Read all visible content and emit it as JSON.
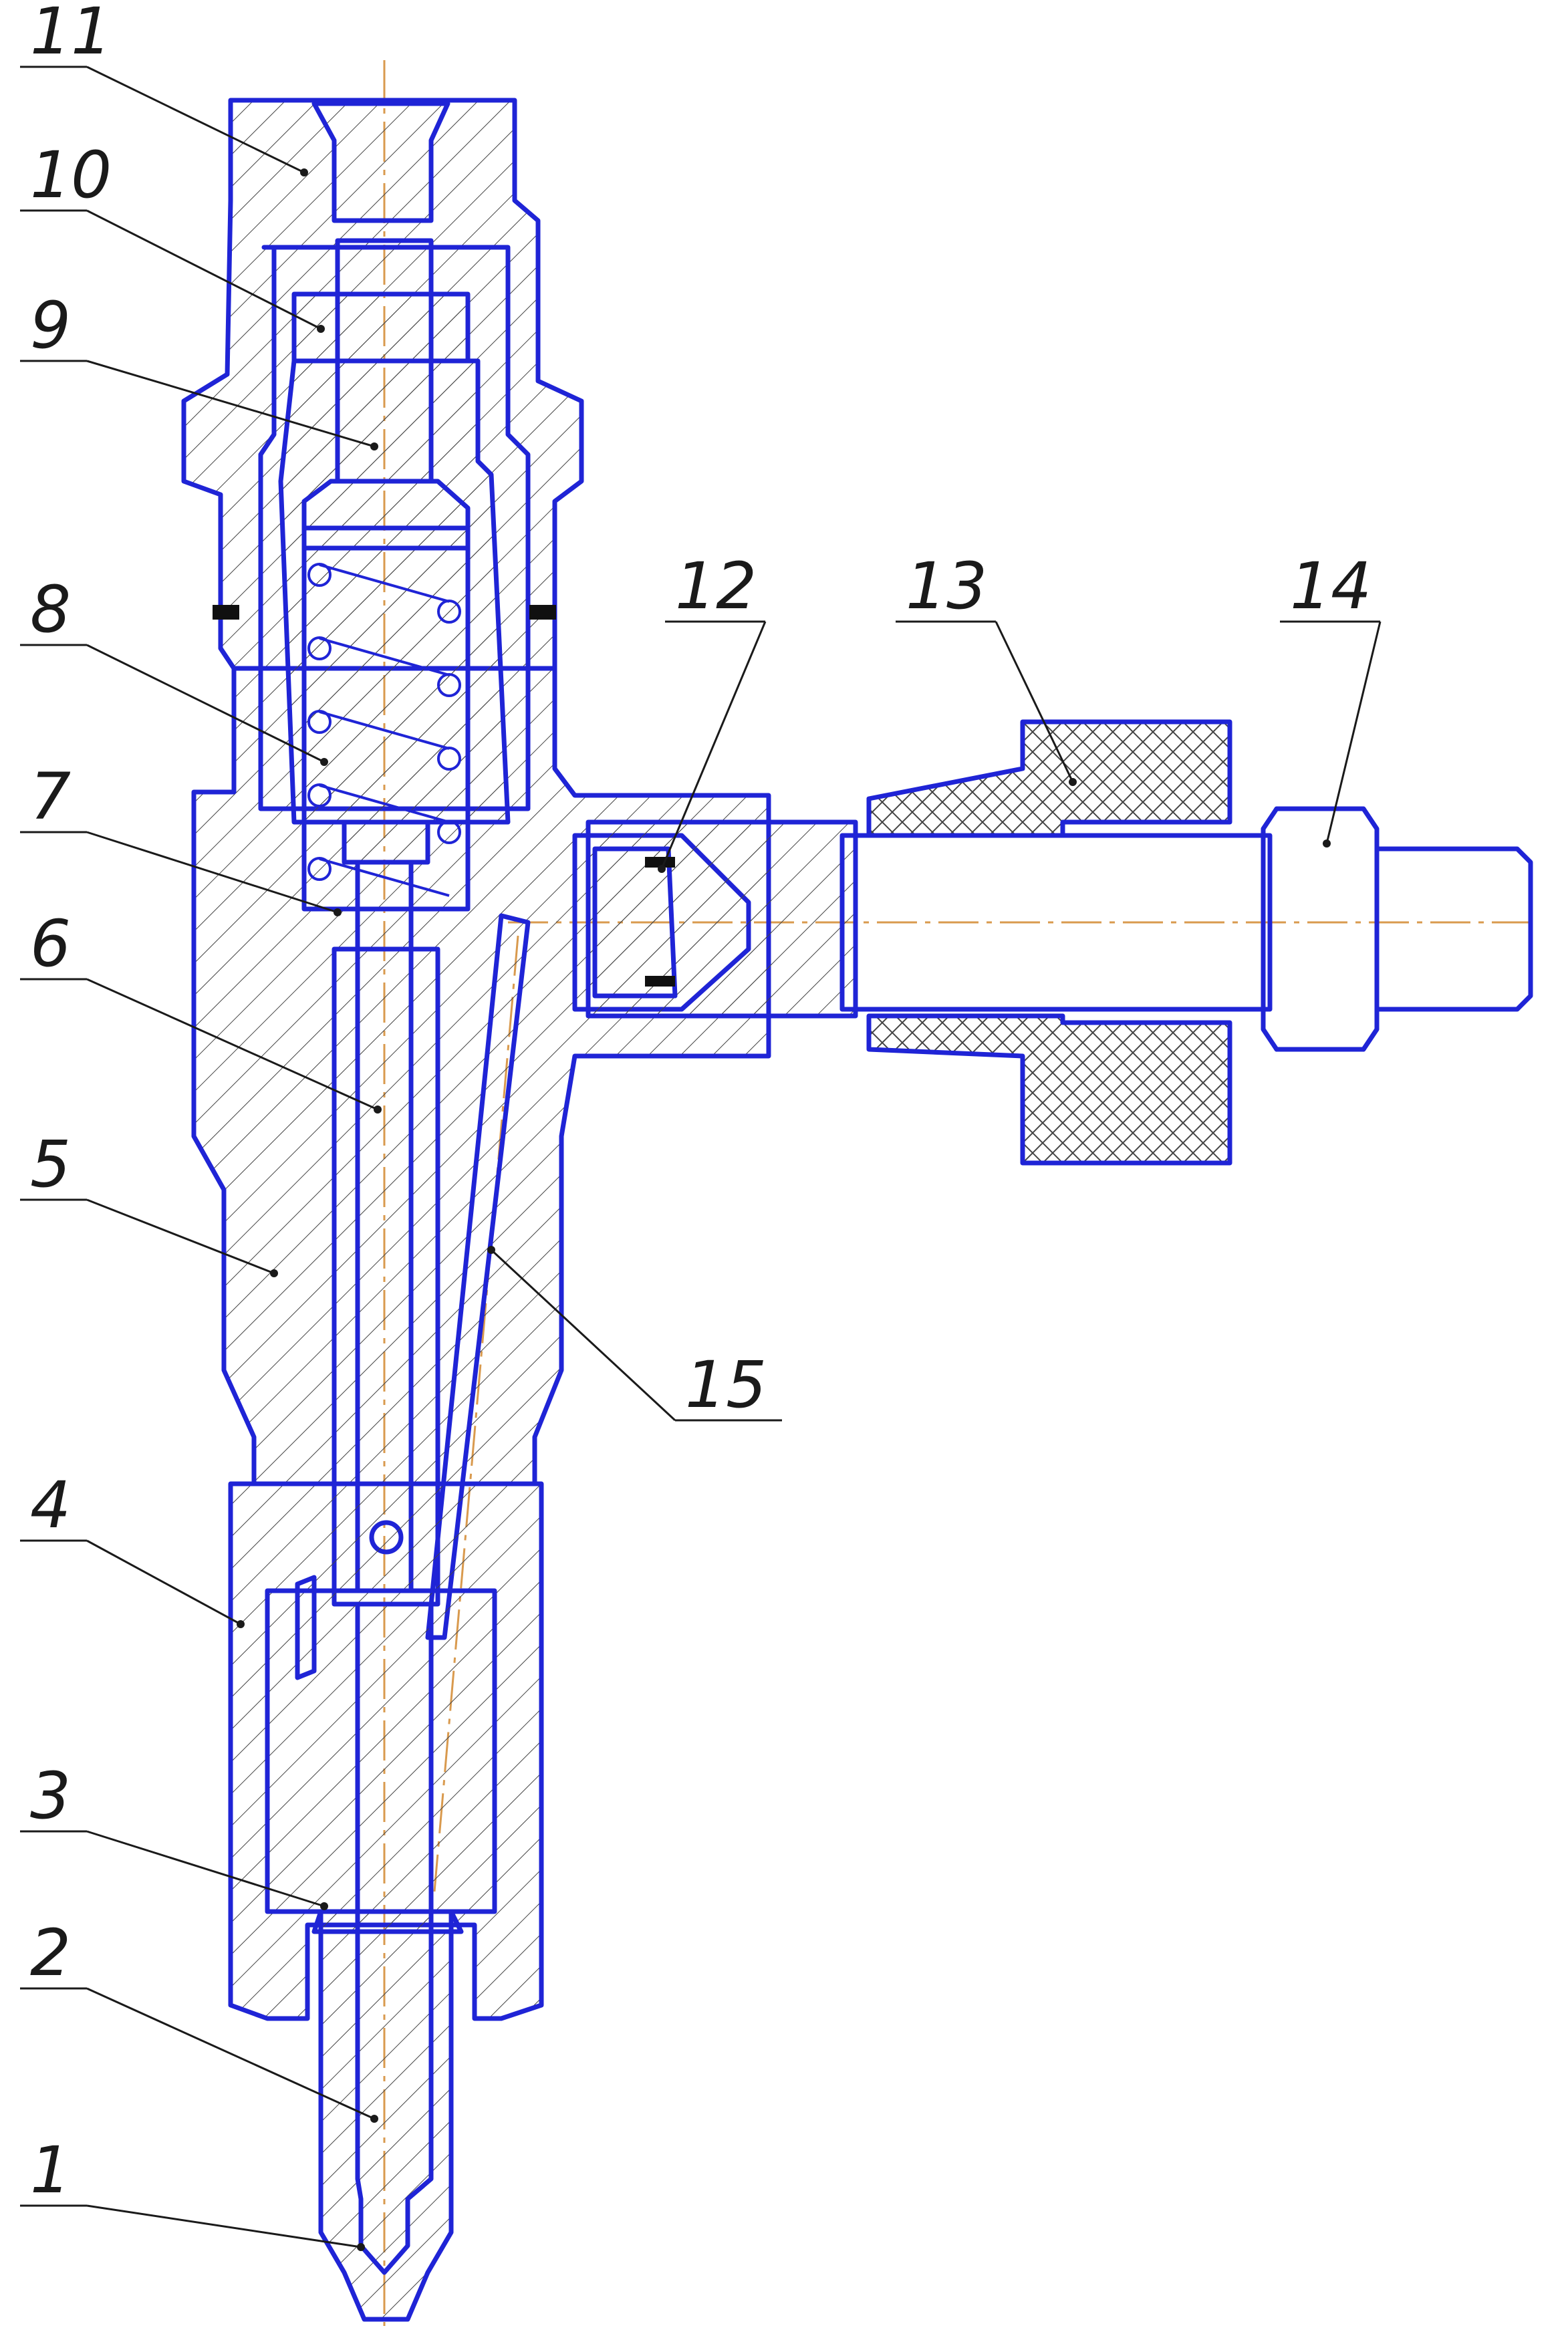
{
  "drawing": {
    "colors": {
      "outline": "#1f24d6",
      "centerline": "#d99a4e",
      "leader": "#1a1a1a",
      "seal": "#101010"
    },
    "callouts": [
      {
        "id": "1",
        "label": "1"
      },
      {
        "id": "2",
        "label": "2"
      },
      {
        "id": "3",
        "label": "3"
      },
      {
        "id": "4",
        "label": "4"
      },
      {
        "id": "5",
        "label": "5"
      },
      {
        "id": "6",
        "label": "6"
      },
      {
        "id": "7",
        "label": "7"
      },
      {
        "id": "8",
        "label": "8"
      },
      {
        "id": "9",
        "label": "9"
      },
      {
        "id": "10",
        "label": "10"
      },
      {
        "id": "11",
        "label": "11"
      },
      {
        "id": "12",
        "label": "12"
      },
      {
        "id": "13",
        "label": "13"
      },
      {
        "id": "14",
        "label": "14"
      },
      {
        "id": "15",
        "label": "15"
      }
    ]
  }
}
